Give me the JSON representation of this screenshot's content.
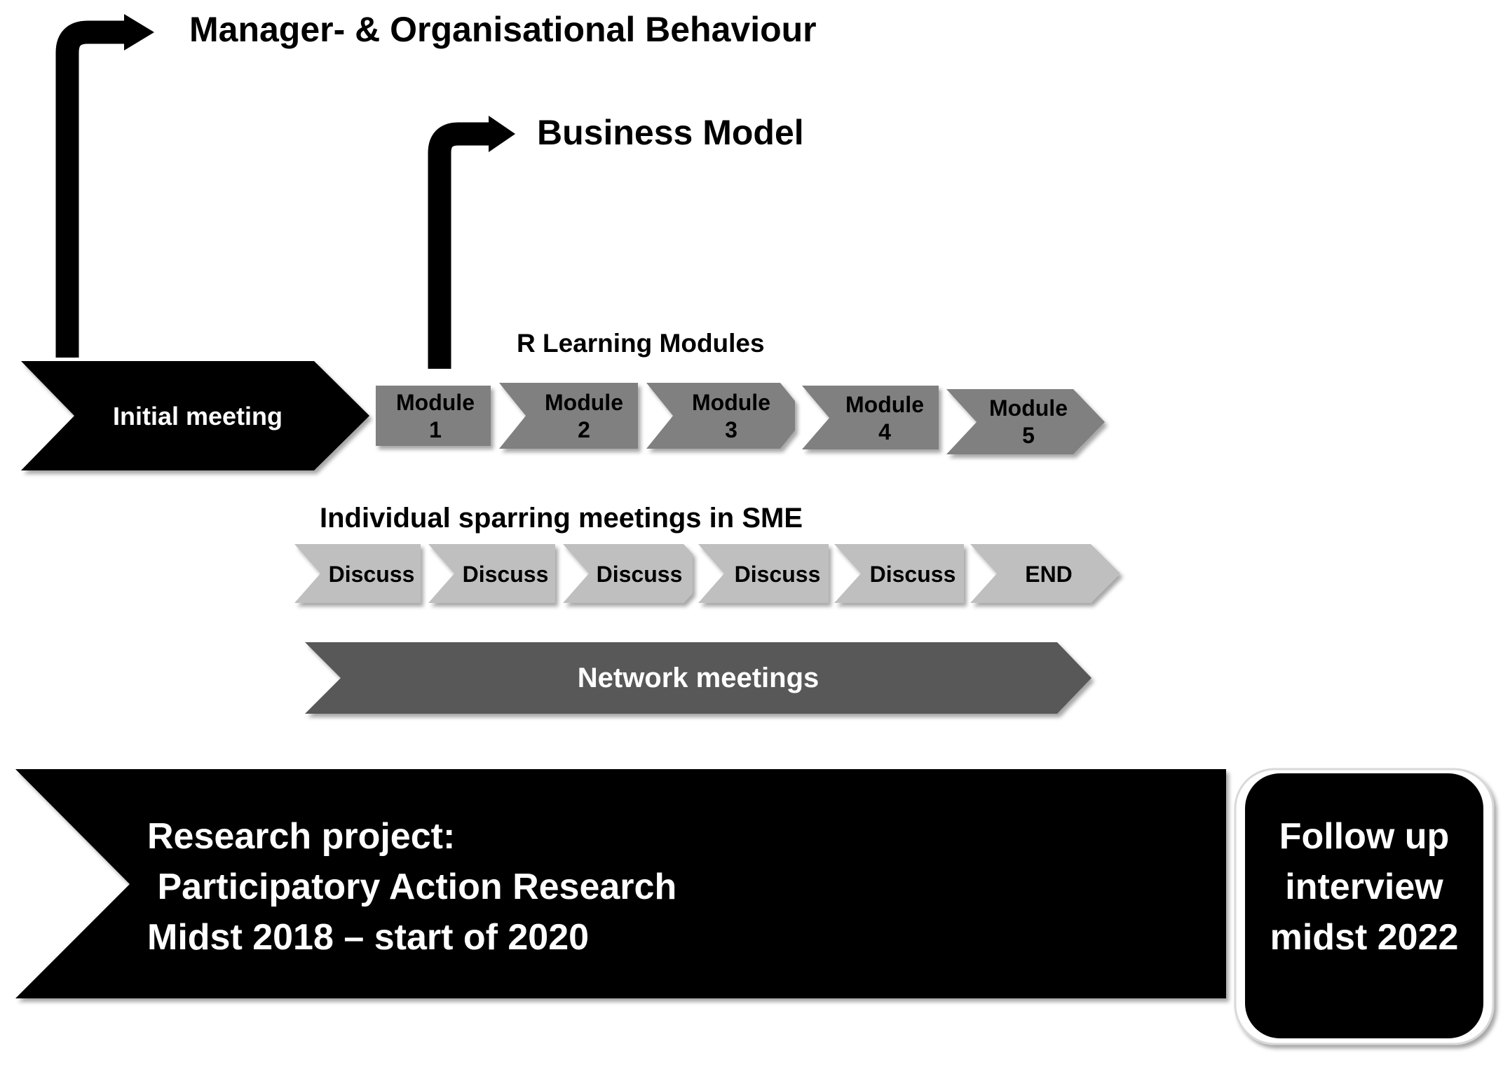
{
  "colors": {
    "black": "#000000",
    "module_gray": "#808080",
    "discuss_gray": "#bfbfbf",
    "network_gray": "#595959",
    "white": "#ffffff"
  },
  "headings": {
    "manager": "Manager- & Organisational Behaviour",
    "business_model": "Business Model",
    "learning_modules": "R Learning Modules",
    "sparring": "Individual sparring meetings in SME"
  },
  "initial_meeting": "Initial meeting",
  "modules": [
    {
      "line1": "Module",
      "line2": "1"
    },
    {
      "line1": "Module",
      "line2": "2"
    },
    {
      "line1": "Module",
      "line2": "3"
    },
    {
      "line1": "Module",
      "line2": "4"
    },
    {
      "line1": "Module",
      "line2": "5"
    }
  ],
  "sparring_steps": [
    "Discuss",
    "Discuss",
    "Discuss",
    "Discuss",
    "Discuss",
    "END"
  ],
  "network_meetings": "Network meetings",
  "research": {
    "line1": "Research project:",
    "line2": " Participatory Action Research",
    "line3": "Midst 2018 – start of 2020"
  },
  "follow_up": {
    "line1": "Follow up",
    "line2": "interview",
    "line3": "midst 2022"
  }
}
